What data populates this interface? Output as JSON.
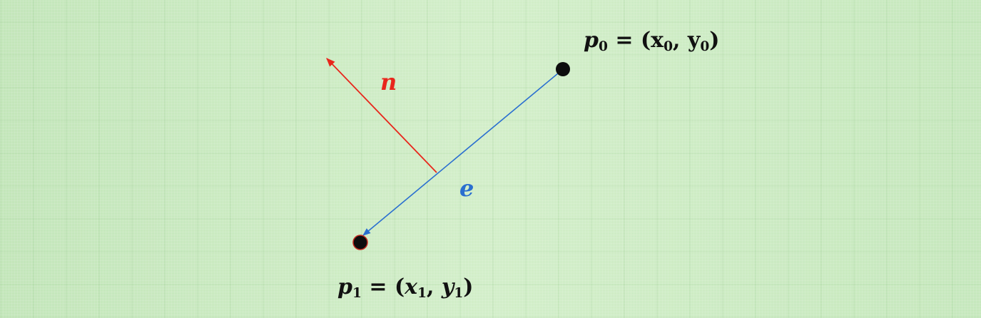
{
  "diagram": {
    "normal_label": "n",
    "edge_label": "e",
    "p0": {
      "name": "p",
      "index": "0",
      "equals": " = (",
      "x": "x",
      "x_index": "0",
      "comma": ", ",
      "y": "y",
      "y_index": "0",
      "close": ")"
    },
    "p1": {
      "name": "p",
      "index": "1",
      "equals": " = (",
      "x": "x",
      "x_index": "1",
      "comma": ", ",
      "y": "y",
      "y_index": "1",
      "close": ")"
    }
  },
  "colors": {
    "background": "#c9e9c1",
    "normal": "#e8261c",
    "edge": "#2a6fd0",
    "point": "#0d0d0d",
    "point1_outline": "#c0281e"
  }
}
